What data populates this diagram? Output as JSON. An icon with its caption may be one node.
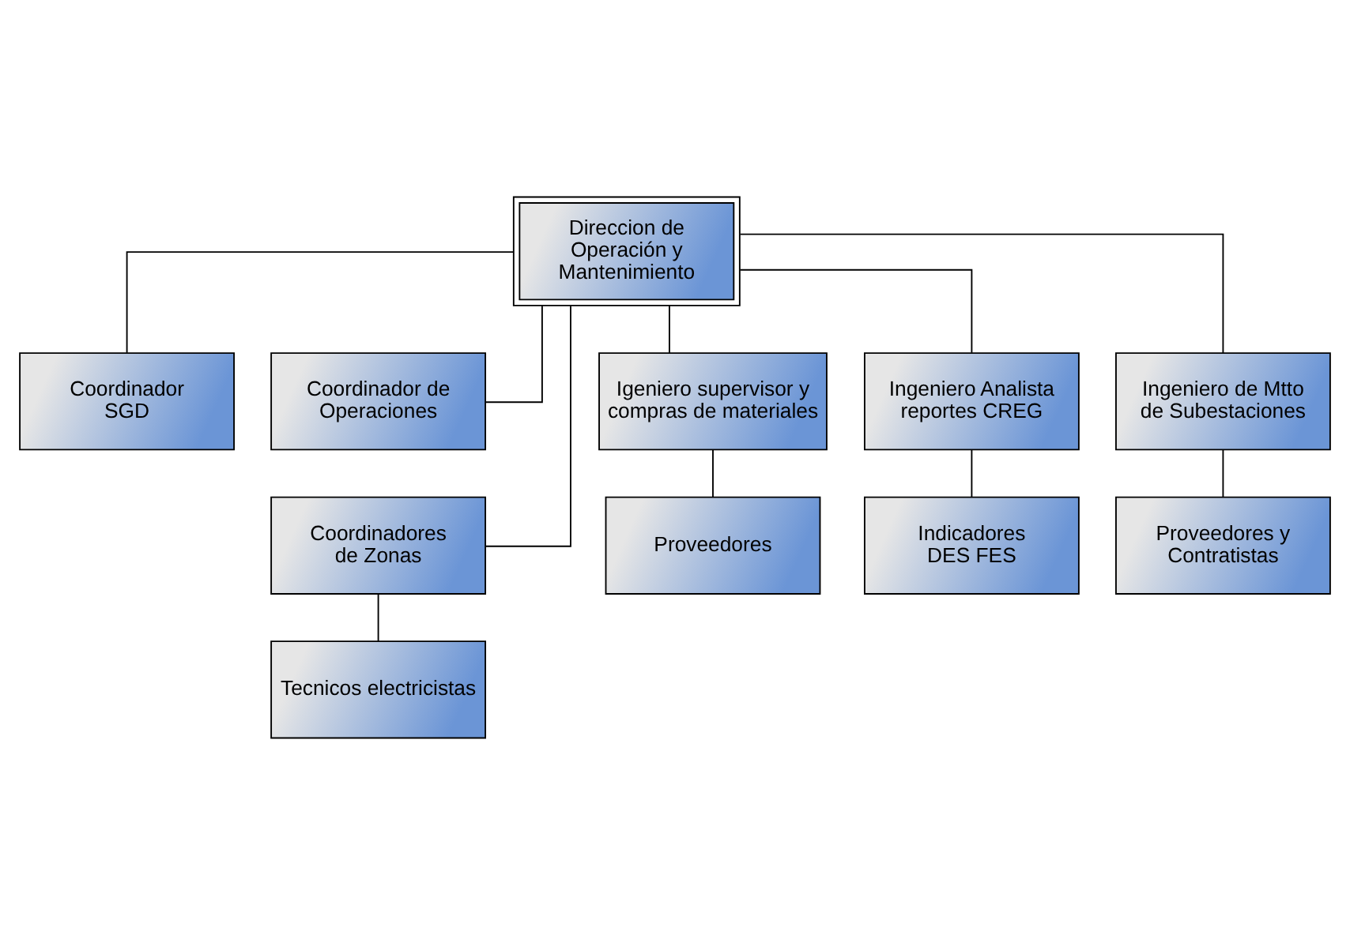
{
  "diagram": {
    "nodes": [
      {
        "text": [
          "Direccion de Operación y Mantenimiento"
        ]
      },
      {
        "text": [
          "Coordinador SGD"
        ]
      },
      {
        "text": [
          "Coordinador de Operaciones"
        ]
      },
      {
        "text": [
          "Coordinadores de Zonas"
        ]
      },
      {
        "text": [
          "Igeniero supervisor y compras de materiales"
        ]
      },
      {
        "text": [
          "Ingeniero Analista reportes CREG"
        ]
      },
      {
        "text": [
          "Ingeniero de Mtto de Subestaciones"
        ]
      },
      {
        "text": [
          "Tecnicos electricistas"
        ]
      },
      {
        "text": [
          "Proveedores"
        ]
      },
      {
        "text": [
          "Indicadores DES FES"
        ]
      },
      {
        "text": [
          "Proveedores y Contratistas"
        ]
      }
    ],
    "edges": [
      {
        "from": 0,
        "to": 1,
        "arrow": "none"
      },
      {
        "from": 0,
        "to": 2,
        "arrow": "none"
      },
      {
        "from": 0,
        "to": 3,
        "arrow": "none"
      },
      {
        "from": 0,
        "to": 4,
        "arrow": "none"
      },
      {
        "from": 0,
        "to": 5,
        "arrow": "none"
      },
      {
        "from": 0,
        "to": 6,
        "arrow": "none"
      },
      {
        "from": 3,
        "to": 7,
        "arrow": "none"
      },
      {
        "from": 4,
        "to": 8,
        "arrow": "none"
      },
      {
        "from": 5,
        "to": 9,
        "arrow": "none"
      },
      {
        "from": 6,
        "to": 10,
        "arrow": "none"
      }
    ]
  }
}
